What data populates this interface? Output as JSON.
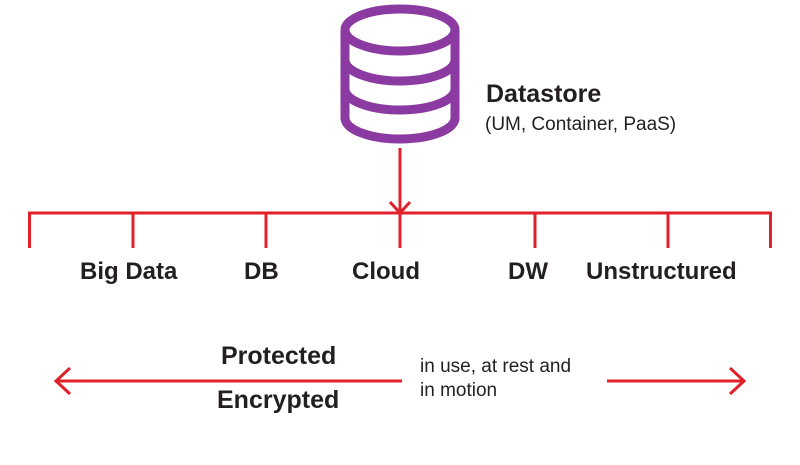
{
  "datastore": {
    "title": "Datastore",
    "subtitle": "(UM, Container, PaaS)"
  },
  "categories": [
    {
      "label": "Big Data"
    },
    {
      "label": "DB"
    },
    {
      "label": "Cloud"
    },
    {
      "label": "DW"
    },
    {
      "label": "Unstructured"
    }
  ],
  "security": {
    "protected": "Protected",
    "encrypted": "Encrypted",
    "note_line1": "in use, at rest and",
    "note_line2": "in motion"
  },
  "colors": {
    "database": "#8a3aa0",
    "lines": "#e0202a",
    "text": "#231f20"
  },
  "icons": {
    "datastore": "database-cylinder-icon"
  }
}
